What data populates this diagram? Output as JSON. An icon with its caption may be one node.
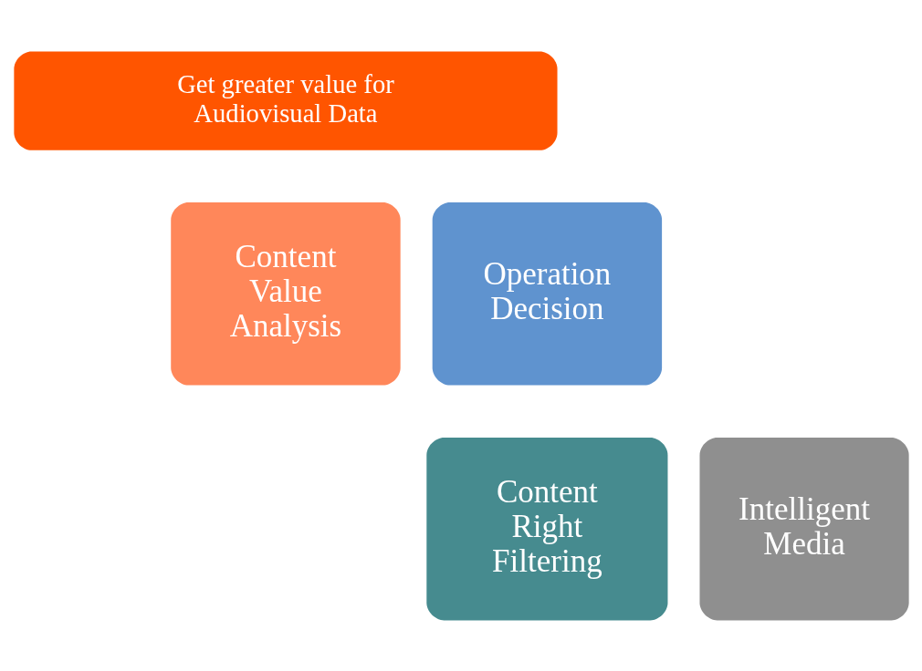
{
  "diagram": {
    "nodes": [
      {
        "text": [
          "Get greater value for Audiovisual Data"
        ]
      },
      {
        "text": [
          "Content Value Analysis"
        ]
      },
      {
        "text": [
          "Operation Decision"
        ]
      },
      {
        "text": [
          "Content Right Filtering"
        ]
      },
      {
        "text": [
          "Intelligent Media"
        ]
      }
    ]
  }
}
